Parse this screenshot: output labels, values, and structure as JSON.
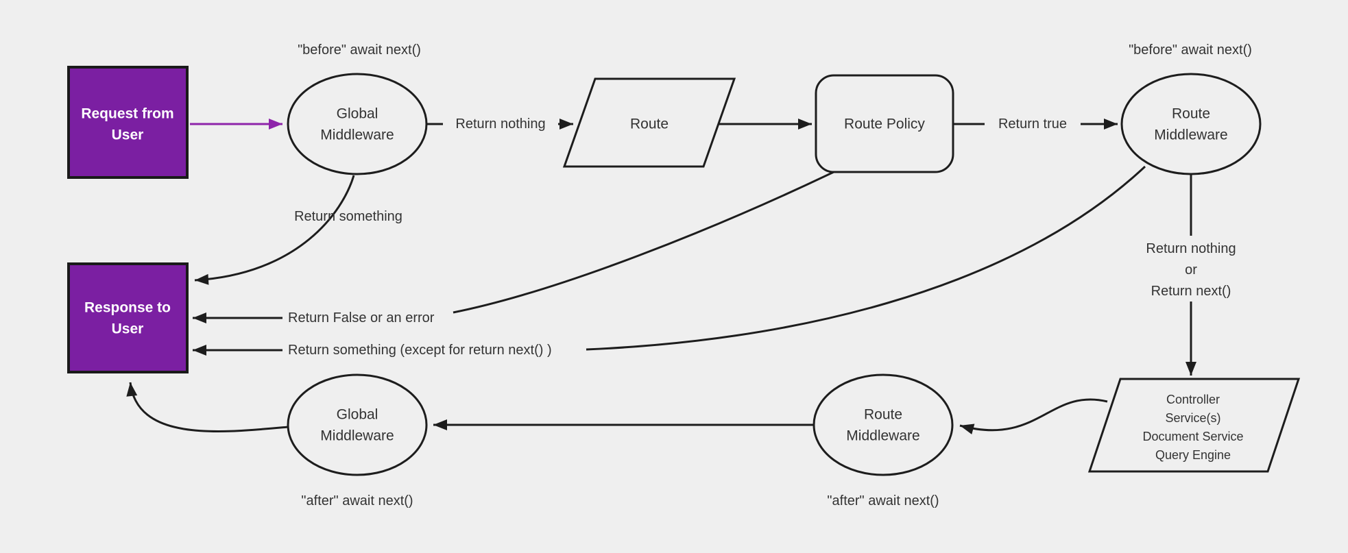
{
  "diagram": {
    "background": "#efefef",
    "colors": {
      "purple_fill": "#7b1fa2",
      "purple_arrow": "#8e24aa",
      "stroke": "#1d1d1d",
      "box_border": "#1a1a1a",
      "text": "#333333",
      "node_fill": "#efefef",
      "box_text": "#ffffff"
    },
    "nodes": {
      "request_user": {
        "lines": [
          "Request from",
          "User"
        ]
      },
      "global_middleware_top": {
        "lines": [
          "Global",
          "Middleware"
        ]
      },
      "route": {
        "label": "Route"
      },
      "route_policy": {
        "label": "Route Policy"
      },
      "route_middleware_top": {
        "lines": [
          "Route",
          "Middleware"
        ]
      },
      "response_user": {
        "lines": [
          "Response to",
          "User"
        ]
      },
      "controller": {
        "lines": [
          "Controller",
          "Service(s)",
          "Document Service",
          "Query Engine"
        ]
      },
      "route_middleware_bottom": {
        "lines": [
          "Route",
          "Middleware"
        ]
      },
      "global_middleware_bottom": {
        "lines": [
          "Global",
          "Middleware"
        ]
      }
    },
    "edge_labels": {
      "before_await_left": "\"before\" await next()",
      "before_await_right": "\"before\" await next()",
      "return_nothing": "Return nothing",
      "return_true": "Return true",
      "return_something": "Return something",
      "return_false_or_error": "Return False or an error",
      "return_something_except": "Return something (except for return next() )",
      "return_nothing_or": {
        "lines": [
          "Return nothing",
          "or",
          "Return next()"
        ]
      },
      "after_await_left": "\"after\" await next()",
      "after_await_right": "\"after\" await next()"
    }
  }
}
